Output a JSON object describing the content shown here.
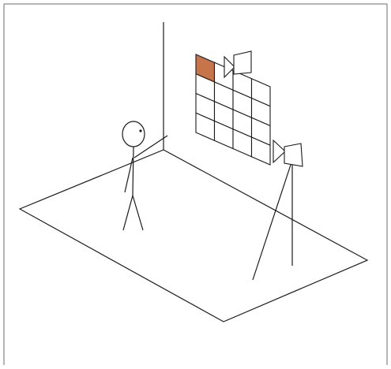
{
  "colors": {
    "line": "#1a1a1a",
    "frame": "#6e6e6e",
    "background": "#ffffff",
    "highlight_cell": "#c8744a"
  },
  "grid": {
    "rows": 4,
    "cols": 4,
    "highlighted_cell": {
      "row": 0,
      "col": 0
    }
  },
  "icons": [
    "stick-figure",
    "camera",
    "camera-on-tripod"
  ]
}
